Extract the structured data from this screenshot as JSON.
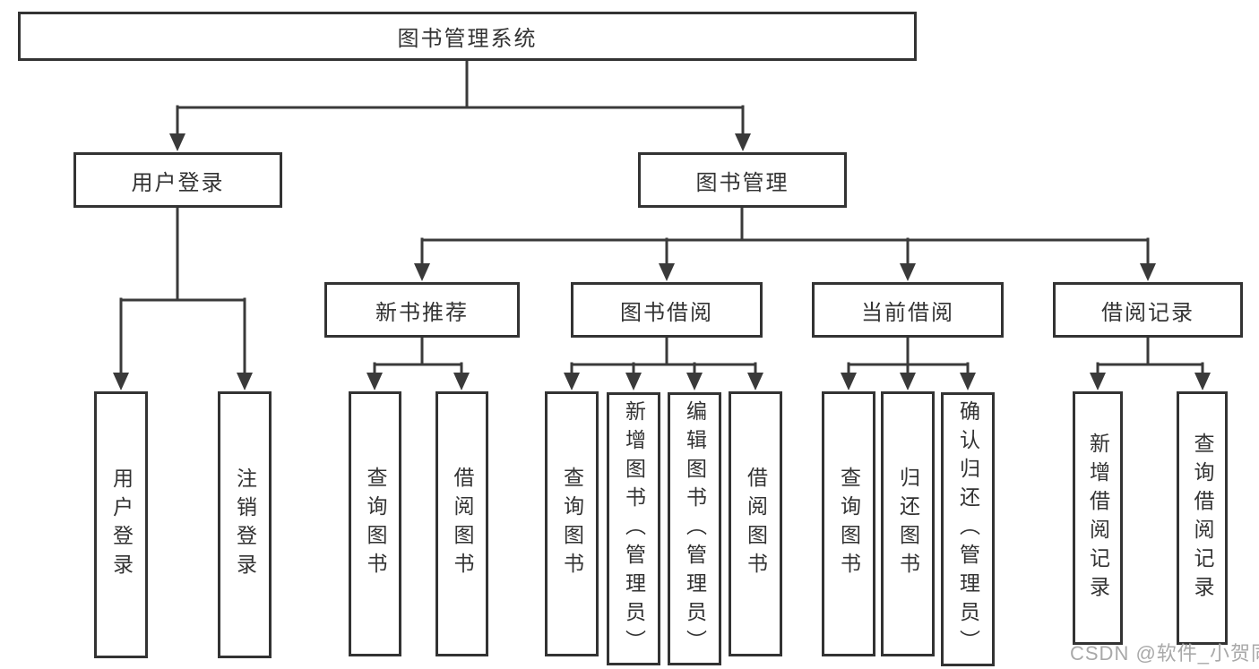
{
  "tree": {
    "root": "图书管理系统",
    "branches": [
      {
        "label": "用户登录",
        "leaves": [
          "用户登录",
          "注销登录"
        ]
      },
      {
        "label": "图书管理",
        "groups": [
          {
            "label": "新书推荐",
            "leaves": [
              "查询图书",
              "借阅图书"
            ]
          },
          {
            "label": "图书借阅",
            "leaves": [
              "查询图书",
              "新增图书（管理员）",
              "编辑图书（管理员）",
              "借阅图书"
            ]
          },
          {
            "label": "当前借阅",
            "leaves": [
              "查询图书",
              "归还图书",
              "确认归还（管理员）"
            ]
          },
          {
            "label": "借阅记录",
            "leaves": [
              "新增借阅记录",
              "查询借阅记录"
            ]
          }
        ]
      }
    ]
  },
  "watermark": {
    "text": "CSDN @软件_小贺同学"
  },
  "colors": {
    "line": "#3a3a3a",
    "border": "#333333",
    "text": "#333333",
    "watermark": "#a9a9a9",
    "background": "#ffffff"
  }
}
